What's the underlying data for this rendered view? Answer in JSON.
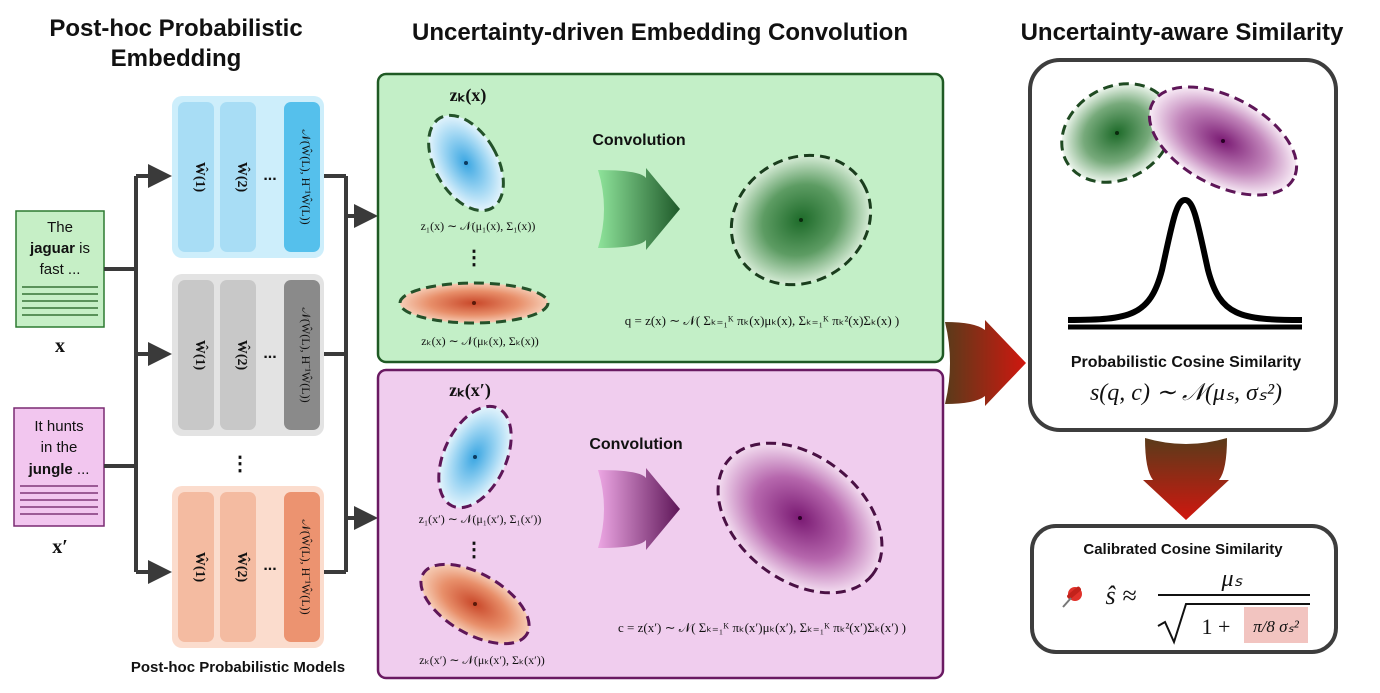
{
  "titles": {
    "left": [
      "Post-hoc Probabilistic",
      "Embedding"
    ],
    "middle": "Uncertainty-driven Embedding Convolution",
    "right": "Uncertainty-aware Similarity"
  },
  "inputs": {
    "x": {
      "lines": [
        "The",
        "jaguar is",
        "fast ..."
      ],
      "bold_word": "jaguar",
      "label": "x"
    },
    "x_prime": {
      "lines": [
        "It hunts",
        "in the",
        "jungle ..."
      ],
      "bold_word": "jungle",
      "label": "x′"
    }
  },
  "models": {
    "caption": "Post-hoc Probabilistic Models",
    "stacks": [
      {
        "cells": [
          "Ŵ(1)",
          "Ŵ(2)"
        ],
        "dots": "...",
        "last": "𝒩(Ŵ(L), H⁻¹Ŵ(L))"
      },
      {
        "cells": [
          "Ŵ(1)",
          "Ŵ(2)"
        ],
        "dots": "...",
        "last": "𝒩(Ŵ(L), H⁻¹Ŵ(L))"
      },
      {
        "cells": [
          "Ŵ(1)",
          "Ŵ(2)"
        ],
        "dots": "...",
        "last": "𝒩(Ŵ(L), H⁻¹Ŵ(L))"
      }
    ],
    "between_dots": "⋮"
  },
  "top_panel": {
    "zk_label": "zₖ(x)",
    "conv_label": "Convolution",
    "z1_formula": "z₁(x) ∼ 𝒩(μ₁(x), Σ₁(x))",
    "zK_formula": "zₖ(x) ∼ 𝒩(μₖ(x), Σₖ(x))",
    "result_formula": "q = z(x) ∼ 𝒩( Σₖ₌₁ᴷ πₖ(x)μₖ(x), Σₖ₌₁ᴷ πₖ²(x)Σₖ(x) )",
    "dots": "⋮"
  },
  "bottom_panel": {
    "zk_label": "zₖ(x′)",
    "conv_label": "Convolution",
    "z1_formula": "z₁(x′) ∼ 𝒩(μ₁(x′), Σ₁(x′))",
    "zK_formula": "zₖ(x′) ∼ 𝒩(μₖ(x′), Σₖ(x′))",
    "result_formula": "c = z(x′) ∼ 𝒩( Σₖ₌₁ᴷ πₖ(x′)μₖ(x′), Σₖ₌₁ᴷ πₖ²(x′)Σₖ(x′) )",
    "dots": "⋮"
  },
  "similarity": {
    "caption": "Probabilistic Cosine Similarity",
    "formula": "s(q, c) ∼ 𝒩(μₛ, σₛ²)"
  },
  "calibrated": {
    "caption": "Calibrated Cosine Similarity",
    "lhs": "ŝ ≈",
    "numerator": "μₛ",
    "denominator": "1 +",
    "highlight": "π/8 σₛ²",
    "pin_icon": "pushpin-icon"
  },
  "colors": {
    "green_panel_fill": "#c3efc7",
    "green_panel_stroke": "#1f5a24",
    "purple_panel_fill": "#f0cdee",
    "purple_panel_stroke": "#6a1a62",
    "blue_stack": "#bfe6f7",
    "gray_stack": "#d9d9d9",
    "orange_stack": "#f9d3c2",
    "arrow_red": "#a8140c"
  }
}
